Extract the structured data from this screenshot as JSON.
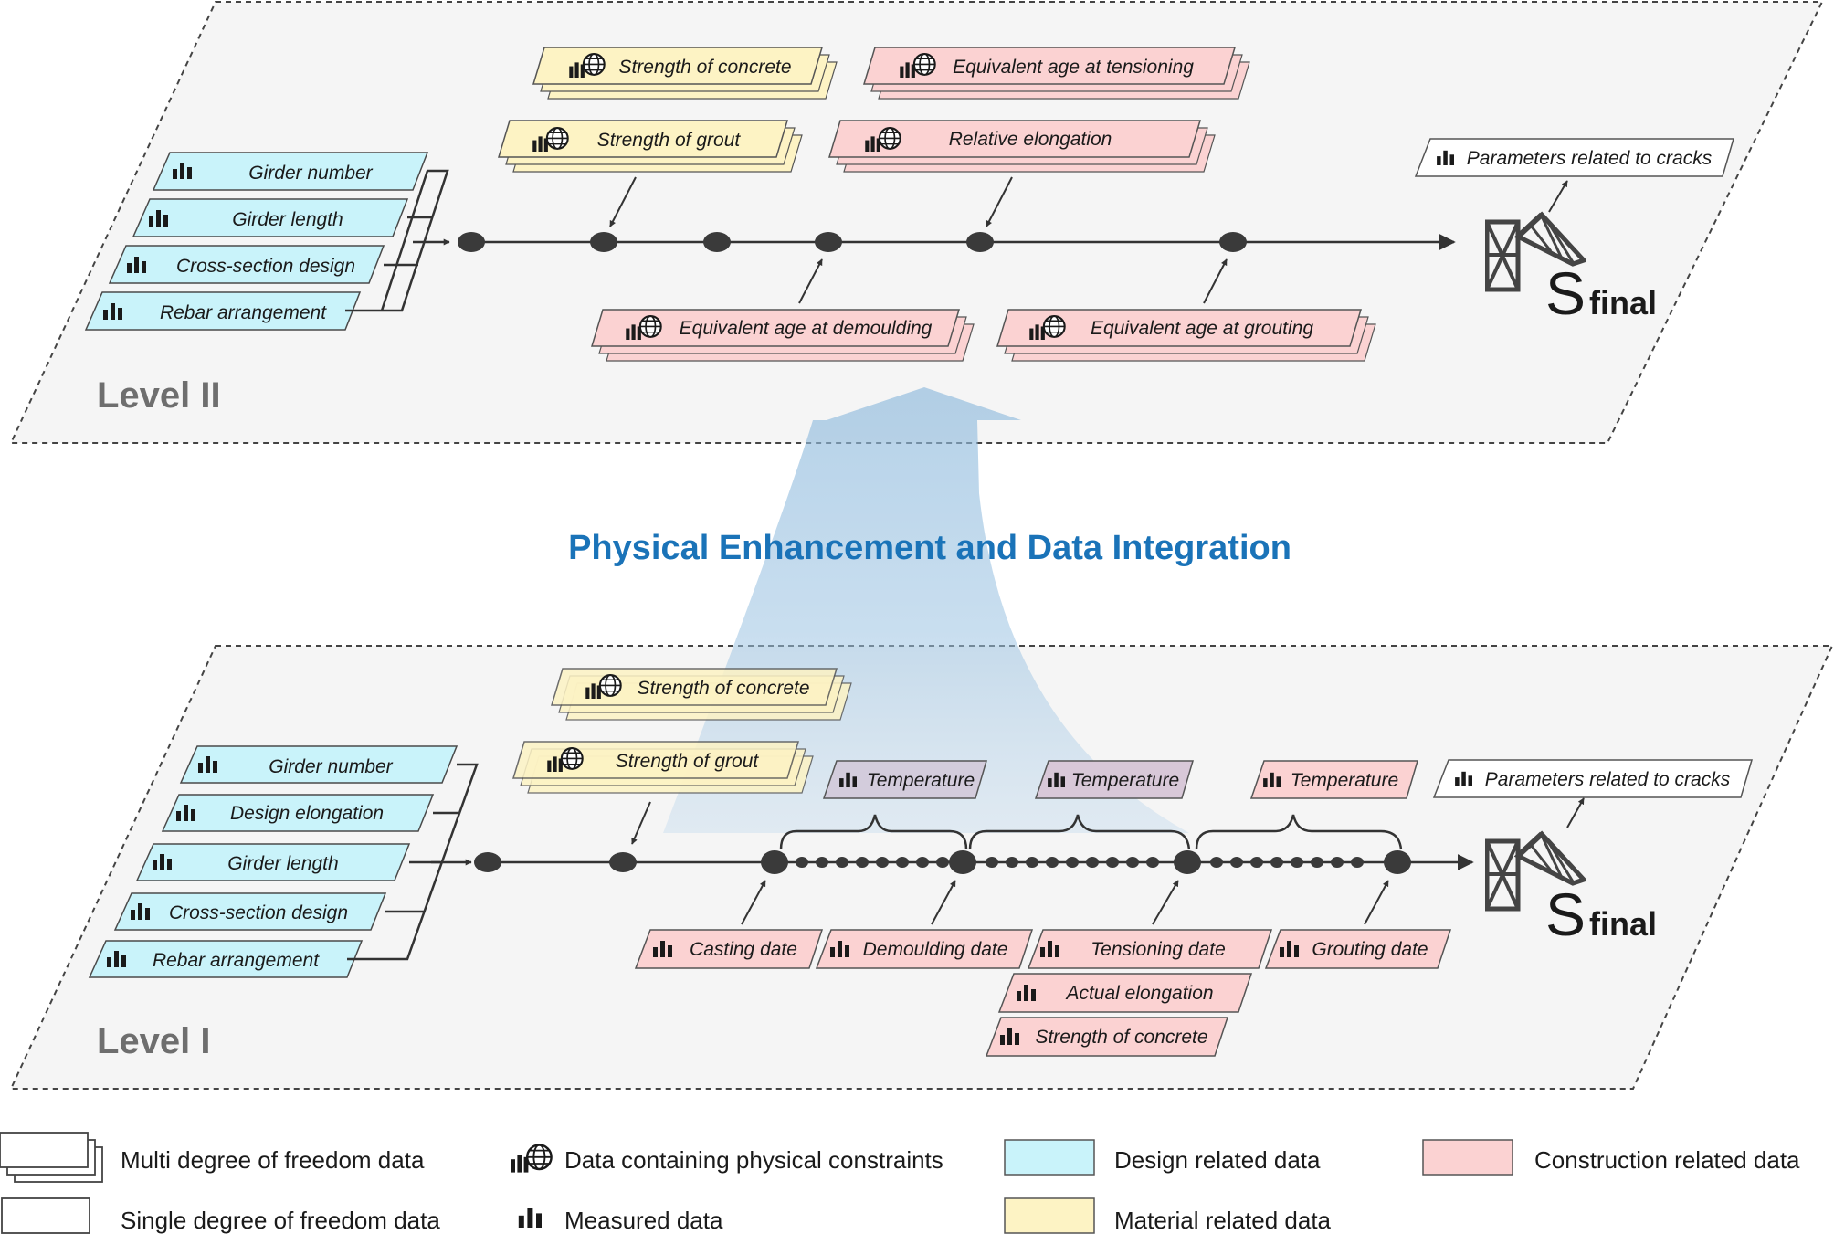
{
  "colors": {
    "design": "#c9f3fa",
    "material": "#fdf3c4",
    "construction": "#fbd2d2",
    "temperature_cool": "#d3ccdc",
    "single": "#ffffff",
    "plane": "#f5f5f5",
    "arrow_blue": "#8db9dc",
    "title_blue": "#1a73b8"
  },
  "level2": {
    "title": "Level II",
    "design_inputs": [
      "Girder number",
      "Girder length",
      "Cross-section design",
      "Rebar arrangement"
    ],
    "material_top": [
      "Strength of concrete",
      "Strength of grout"
    ],
    "construction_top": [
      "Equivalent age at tensioning",
      "Relative  elongation"
    ],
    "construction_bottom": [
      "Equivalent age at demoulding",
      "Equivalent age at grouting"
    ],
    "output_label": "Parameters related to cracks",
    "s_final": {
      "main": "S",
      "sub": "final"
    }
  },
  "center_title": "Physical Enhancement and Data Integration",
  "level1": {
    "title": "Level I",
    "design_inputs": [
      "Girder number",
      "Design elongation",
      "Girder length",
      "Cross-section design",
      "Rebar arrangement"
    ],
    "material_top": [
      "Strength of concrete",
      "Strength of grout"
    ],
    "temperature_labels": [
      "Temperature",
      "Temperature",
      "Temperature"
    ],
    "construction_events": [
      "Casting date",
      "Demoulding date",
      "Tensioning date",
      "Grouting date"
    ],
    "tensioning_extra": [
      "Actual elongation",
      "Strength of concrete"
    ],
    "output_label": "Parameters related to cracks",
    "s_final": {
      "main": "S",
      "sub": "final"
    }
  },
  "legend": [
    {
      "label": "Multi degree of freedom data",
      "icon": "multi-box-icon"
    },
    {
      "label": "Data containing physical constraints",
      "icon": "globe-chart-icon"
    },
    {
      "label": "Design related data",
      "icon": "cyan-swatch"
    },
    {
      "label": "Construction related data",
      "icon": "pink-swatch"
    },
    {
      "label": "Single degree of freedom data",
      "icon": "single-box-icon"
    },
    {
      "label": "Measured data",
      "icon": "bar-chart-icon"
    },
    {
      "label": "Material related data",
      "icon": "yellow-swatch"
    }
  ]
}
